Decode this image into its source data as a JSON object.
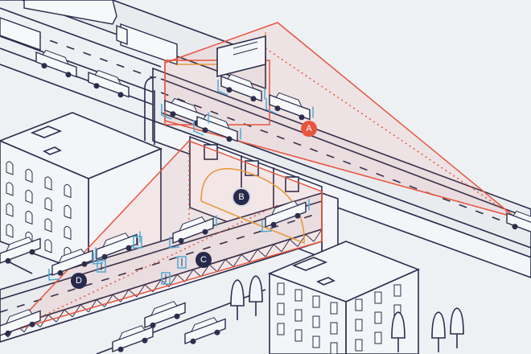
{
  "diagram": {
    "markers": [
      {
        "id": "A",
        "label": "A",
        "color": "#e8553e"
      },
      {
        "id": "B",
        "label": "B",
        "color": "#272a4b"
      },
      {
        "id": "C",
        "label": "C",
        "color": "#272a4b"
      },
      {
        "id": "D",
        "label": "D",
        "color": "#272a4b"
      }
    ],
    "colors": {
      "line": "#2b2e4c",
      "camera_view": "#e8553e",
      "sensor_arc": "#e89a3c",
      "detection_box": "#4fa9d3",
      "background": "#eef1f4"
    }
  }
}
